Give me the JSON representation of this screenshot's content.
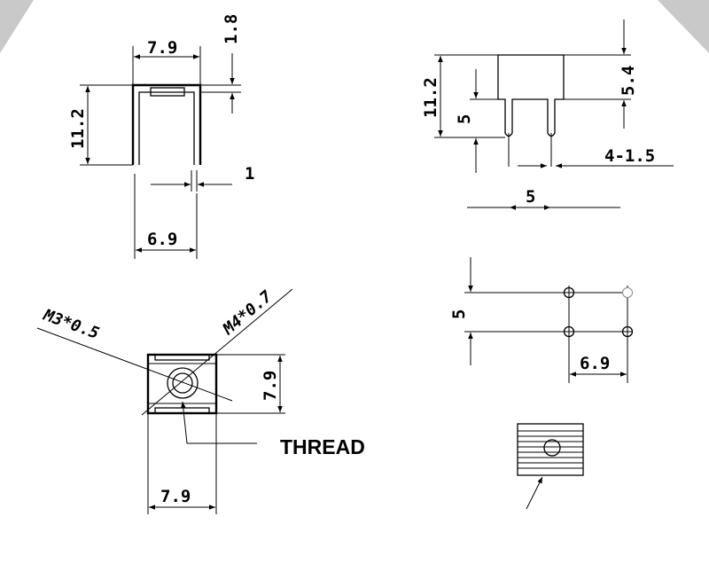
{
  "top_left_view": {
    "dim_top_width": "7.9",
    "dim_top_height": "1.8",
    "dim_left_height": "11.2",
    "dim_thickness": "1",
    "dim_bottom_width": "6.9"
  },
  "top_right_view": {
    "dim_left_height": "11.2",
    "dim_leg_length": "5",
    "dim_right_height": "5.4",
    "dim_leg_spec": "4-1.5",
    "dim_leg_spacing": "5"
  },
  "bottom_left_view": {
    "label_m3": "M3*0.5",
    "label_m4": "M4*0.7",
    "dim_right": "7.9",
    "label_thread": "THREAD",
    "dim_bottom": "7.9"
  },
  "bottom_right_view": {
    "dim_left": "5",
    "dim_bottom": "6.9"
  }
}
